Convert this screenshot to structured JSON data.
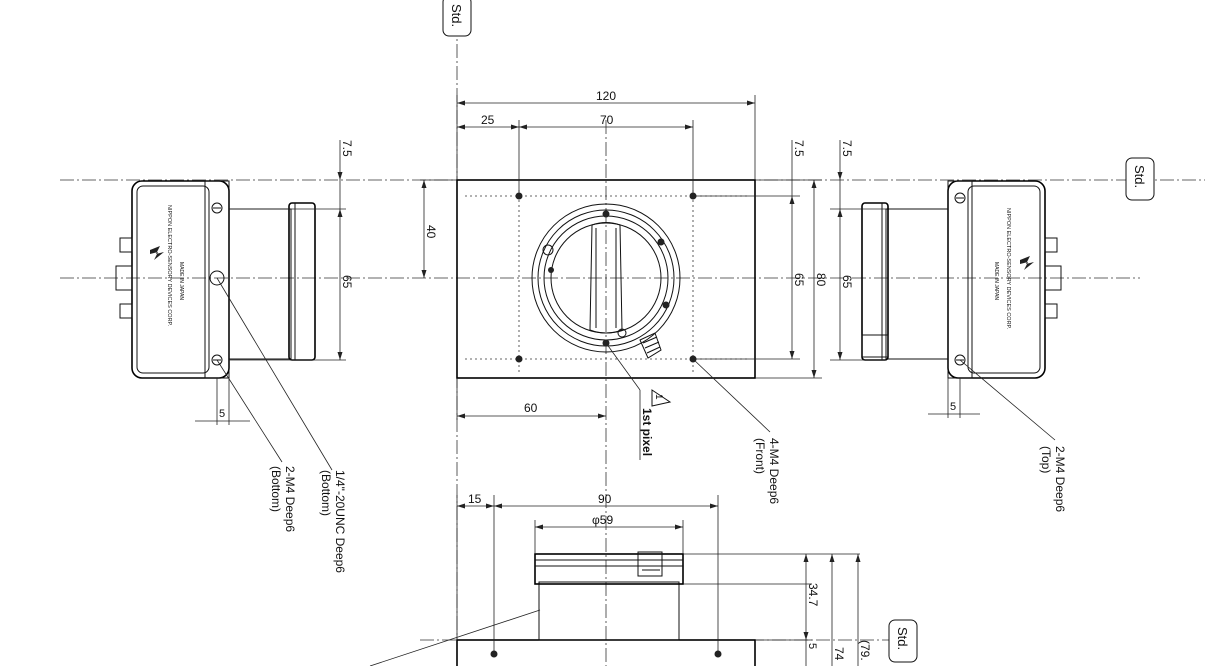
{
  "datum_label": "Std.",
  "top_view": {
    "width_total": "120",
    "offset_left": "25",
    "hole_pitch": "70",
    "height_40": "40",
    "height_65": "65",
    "height_80": "80",
    "offset_60": "60",
    "offset_7_5": "7.5",
    "first_pixel": "1st pixel",
    "first_pixel_mark": "1",
    "front_holes_line1": "4-M4 Deep6",
    "front_holes_line2": "(Front)"
  },
  "left_view": {
    "offset_7_5": "7.5",
    "height_65": "65",
    "width_5": "5",
    "bottom_holes_line1": "2-M4 Deep6",
    "bottom_holes_line2": "(Bottom)",
    "tripod_line1": "1/4\"-20UNC Deep6",
    "tripod_line2": "(Bottom)",
    "plate_text_1": "NIPPON ELECTRO-SENSORY DEVICES CORP.",
    "plate_text_2": "MADE IN JAPAN"
  },
  "right_view": {
    "offset_7_5": "7.5",
    "height_65": "65",
    "width_5": "5",
    "top_holes_line1": "2-M4 Deep6",
    "top_holes_line2": "(Top)",
    "plate_text_1": "NIPPON ELECTRO-SENSORY DEVICES CORP.",
    "plate_text_2": "MADE IN JAPAN"
  },
  "side_view": {
    "offset_15": "15",
    "width_90": "90",
    "diameter_59": "φ59",
    "height_34_7": "34.7",
    "height_5": "5",
    "height_74": "74",
    "height_79": "(79."
  }
}
